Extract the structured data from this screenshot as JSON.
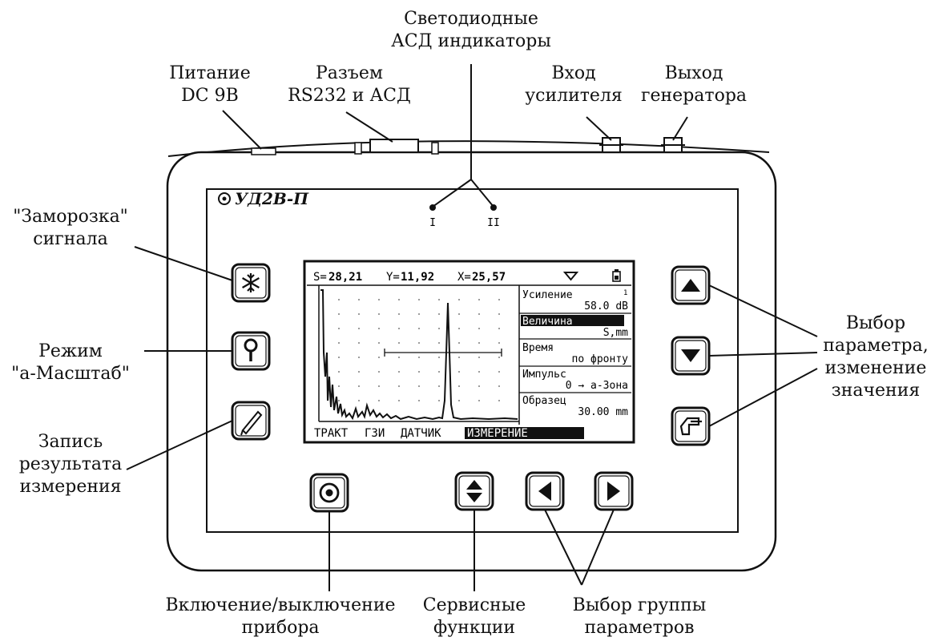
{
  "device": {
    "brand": "УД2В-П",
    "led_marks": [
      "I",
      "II"
    ]
  },
  "callouts": {
    "led_indicators": [
      "Светодиодные",
      "АСД индикаторы"
    ],
    "power": [
      "Питание",
      "DC 9В"
    ],
    "connector": [
      "Разъем",
      "RS232 и АСД"
    ],
    "amp_input": [
      "Вход",
      "усилителя"
    ],
    "gen_output": [
      "Выход",
      "генератора"
    ],
    "freeze": [
      "\"Заморозка\"",
      "сигнала"
    ],
    "zoom_mode": [
      "Режим",
      "\"а-Масштаб\""
    ],
    "record": [
      "Запись",
      "результата",
      "измерения"
    ],
    "param_select": [
      "Выбор",
      "параметра,",
      "изменение",
      "значения"
    ],
    "power_switch": [
      "Включение/выключение",
      "прибора"
    ],
    "service": [
      "Сервисные",
      "функции"
    ],
    "group_select": [
      "Выбор группы",
      "параметров"
    ]
  },
  "screen": {
    "readout": {
      "s_label": "S=",
      "s_value": "28,21",
      "y_label": "Y=",
      "y_value": "11,92",
      "x_label": "X=",
      "x_value": "25,57"
    },
    "params": [
      {
        "name": "Усиление",
        "sup": "1",
        "value": "58.0 dB",
        "highlighted": false
      },
      {
        "name": "Величина",
        "value": "S,mm",
        "highlighted": true
      },
      {
        "name": "Время",
        "value": "по фронту",
        "highlighted": false
      },
      {
        "name": "Импульс",
        "value": "0 → а-Зона",
        "highlighted": false
      },
      {
        "name": "Образец",
        "value": "30.00 mm",
        "highlighted": false
      }
    ],
    "tabs": [
      {
        "label": "ТРАКТ",
        "active": false
      },
      {
        "label": "ГЗИ",
        "active": false
      },
      {
        "label": "ДАТЧИК",
        "active": false
      },
      {
        "label": "ИЗМЕРЕНИЕ",
        "active": true
      }
    ]
  },
  "icons": {
    "freeze": "snowflake-icon",
    "zoom": "magnifier-icon",
    "record": "pen-icon",
    "up": "triangle-up-icon",
    "down": "triangle-down-icon",
    "enter": "enter-icon",
    "power": "power-icon",
    "service": "up-down-icon",
    "left": "triangle-left-icon",
    "right": "triangle-right-icon"
  }
}
